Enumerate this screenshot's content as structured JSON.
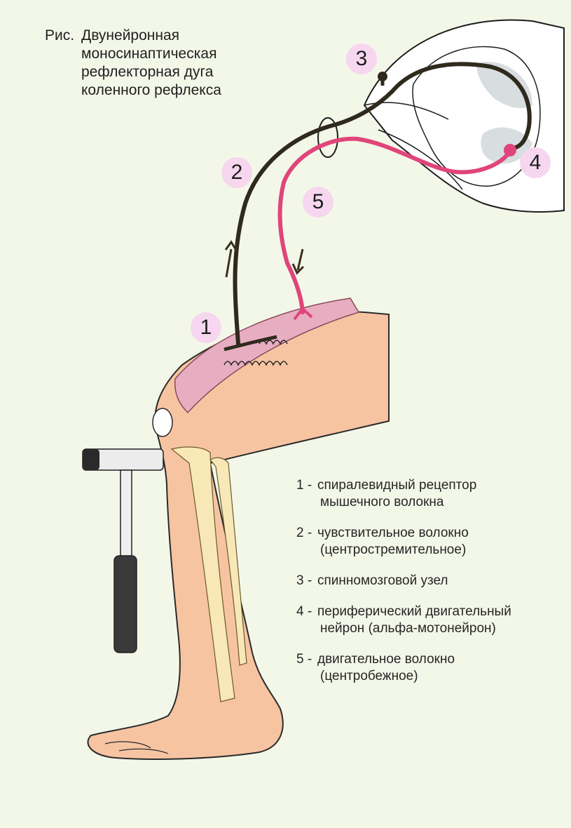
{
  "caption": {
    "prefix": "Рис.",
    "lines": [
      "Двунейронная",
      "моносинаптическая",
      "рефлекторная  дуга",
      "коленного рефлекса"
    ]
  },
  "badges": {
    "b1": "1",
    "b2": "2",
    "b3": "3",
    "b4": "4",
    "b5": "5"
  },
  "legend": [
    {
      "num": "1 -",
      "line1": "спиралевидный   рецептор",
      "line2": "мышечного     волокна"
    },
    {
      "num": "2 -",
      "line1": "чувствительное волокно",
      "line2": "(центростремительное)"
    },
    {
      "num": "3 -",
      "line1": "спинномозговой узел",
      "line2": ""
    },
    {
      "num": "4 -",
      "line1": "периферический двигательный",
      "line2": "нейрон (альфа-мотонейрон)"
    },
    {
      "num": "5 -",
      "line1": "двигательное волокно",
      "line2": "(центробежное)"
    }
  ],
  "colors": {
    "background": "#f3f7e8",
    "skin": "#f7c4a2",
    "muscle": "#e7aec2",
    "sensory_fiber": "#2f2a1d",
    "motor_fiber": "#e0457a",
    "badge": "#f6d7ef"
  }
}
